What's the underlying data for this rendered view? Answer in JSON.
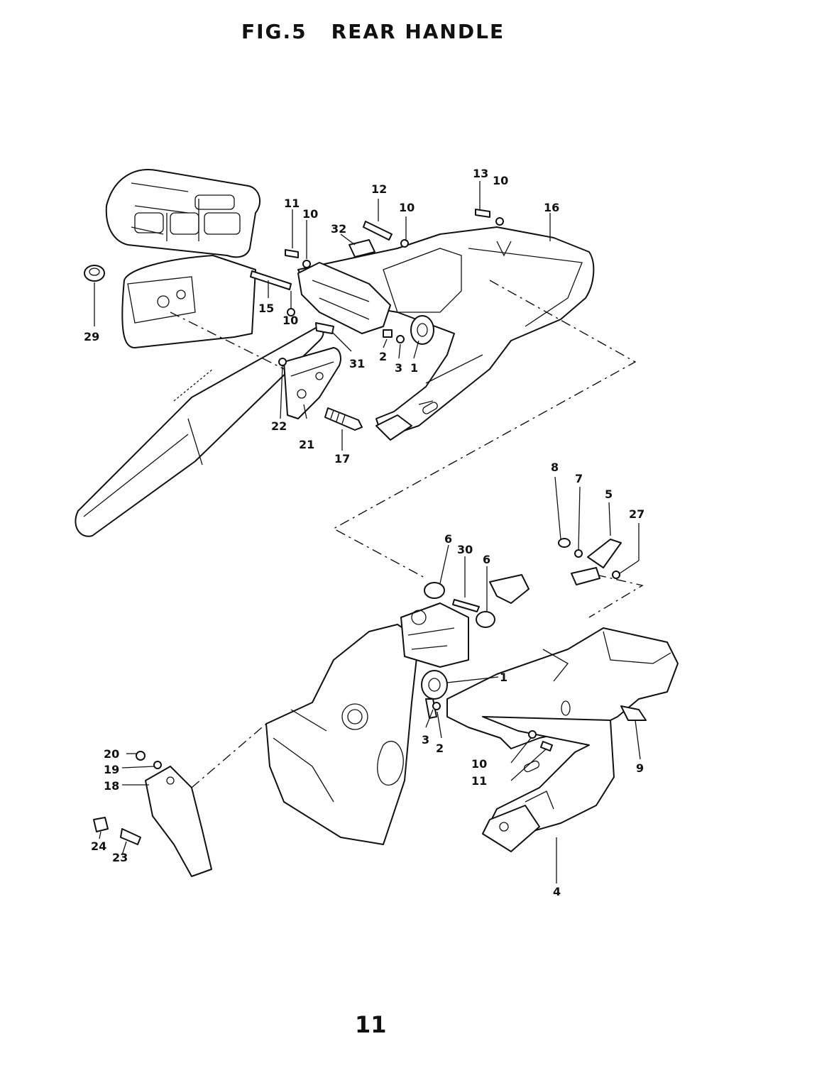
{
  "header": {
    "fig": "FIG.5",
    "title": "REAR HANDLE"
  },
  "page_number": "11",
  "callouts": {
    "c13": "13",
    "c10a": "10",
    "c12": "12",
    "c10b": "10",
    "c16": "16",
    "c11a": "11",
    "c10c": "10",
    "c32": "32",
    "c15": "15",
    "c10d": "10",
    "c29": "29",
    "c31": "31",
    "c2a": "2",
    "c3a": "3",
    "c1a": "1",
    "c22": "22",
    "c21": "21",
    "c17": "17",
    "c8": "8",
    "c7": "7",
    "c5": "5",
    "c27": "27",
    "c6a": "6",
    "c30": "30",
    "c6b": "6",
    "c1b": "1",
    "c3b": "3",
    "c2b": "2",
    "c10e": "10",
    "c11b": "11",
    "c9": "9",
    "c20": "20",
    "c19": "19",
    "c18": "18",
    "c24": "24",
    "c23": "23",
    "c4": "4"
  }
}
